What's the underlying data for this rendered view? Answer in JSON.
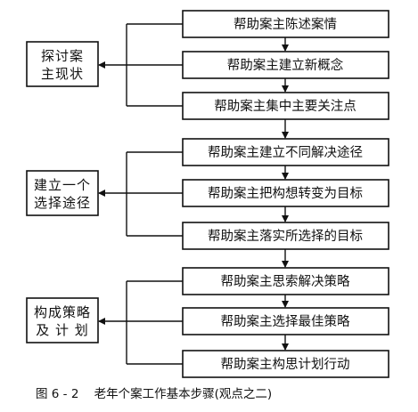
{
  "phases": [
    {
      "lines": [
        "探讨案",
        "主现状"
      ],
      "steps": [
        "帮助案主陈述案情",
        "帮助案主建立新概念",
        "帮助案主集中主要关注点"
      ]
    },
    {
      "lines": [
        "建立一个",
        "选择途径"
      ],
      "steps": [
        "帮助案主建立不同解决途径",
        "帮助案主把构想转变为目标",
        "帮助案主落实所选择的目标"
      ]
    },
    {
      "lines": [
        "构成策略",
        "及 计 划"
      ],
      "steps": [
        "帮助案主思索解决策略",
        "帮助案主选择最佳策略",
        "帮助案主构思计划行动"
      ]
    }
  ],
  "caption": "图 6 - 2    老年个案工作基本步骤(观点之二)"
}
